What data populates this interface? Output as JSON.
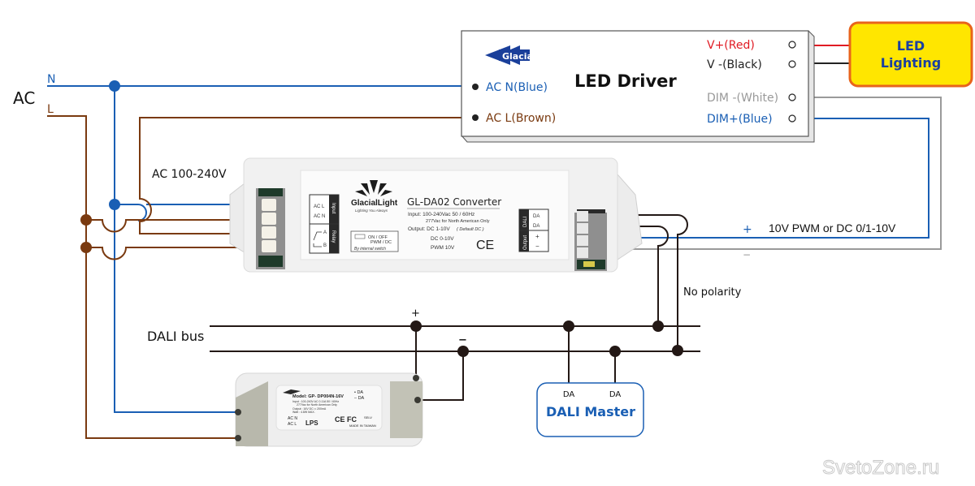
{
  "ac_source": {
    "label": "AC",
    "n_label": "N",
    "l_label": "L"
  },
  "led_driver": {
    "brand": "GlacialPower",
    "registered": "®",
    "title": "LED Driver",
    "terminals_left": [
      {
        "label": "AC N(Blue)",
        "color": "#1a5fb4"
      },
      {
        "label": "AC L(Brown)",
        "color": "#7a3a10"
      }
    ],
    "terminals_right": [
      {
        "label": "V+(Red)",
        "color": "#e01b24"
      },
      {
        "label": "V -(Black)",
        "color": "#222222"
      },
      {
        "label": "DIM -(White)",
        "color": "#999999"
      },
      {
        "label": "DIM+(Blue)",
        "color": "#1a5fb4"
      }
    ]
  },
  "led_lighting": {
    "line1": "LED",
    "line2": "Lighting",
    "fill": "#ffe600",
    "border": "#e8641b",
    "text_color": "#1a3fa0"
  },
  "converter": {
    "input_voltage_label": "AC 100-240V",
    "brand": "GlacialLight",
    "registered": "®",
    "tagline": "Lighting You Always",
    "model": "GL-DA02 Converter",
    "input_spec": "Input: 100-240Vac  50 / 60Hz",
    "input_note": "277Vac for North American Only",
    "output_line1": "Output: DC 1-10V",
    "output_default": "( Default DC )",
    "output_line2": "DC 0-10V",
    "output_line3": "PWM 10V",
    "ce": "CE",
    "input_block": {
      "tag": "Input",
      "l": "AC L",
      "n": "AC N"
    },
    "relay_block": {
      "tag": "Relay",
      "a": "A",
      "b": "B"
    },
    "switch_block": {
      "line1": "ON / OFF",
      "line2": "PWM / DC",
      "line3": "By internal switch"
    },
    "dali_block": {
      "tag": "DALI",
      "da1": "DA",
      "da2": "DA"
    },
    "output_block": {
      "tag": "Output",
      "plus": "+",
      "minus": "−"
    }
  },
  "signal": {
    "plus": "+",
    "minus": "−",
    "label": "10V PWM or DC 0/1-10V",
    "no_polarity": "No polarity"
  },
  "dali_bus": {
    "label": "DALI bus",
    "plus": "+",
    "minus": "−"
  },
  "dali_psu": {
    "model": "Model: GP- DP004N-16V",
    "input": "Input : 100-240V AC 0.11A  50 / 60Hz",
    "input_note": "277Vac for North American Only",
    "output": "Output : 16V DC ═ 200mA",
    "watt": "Watt : 4.8W MAX.",
    "da_plus": "• DA",
    "da_minus": "– DA",
    "ac_n": "AC N",
    "ac_l": "AC L",
    "lps": "LPS",
    "marks": "CE FC",
    "selv": "SELV",
    "made_in": "MADE IN TAIWAN"
  },
  "dali_master": {
    "da1": "DA",
    "da2": "DA",
    "title": "DALI Master",
    "color": "#1a5fb4"
  },
  "watermark": "SvetoZone.ru",
  "colors": {
    "neutral_blue": "#1a5fb4",
    "live_brown": "#7a3a10",
    "bus_black": "#231815",
    "dim_white": "#9a9a9a",
    "red": "#e01b24"
  }
}
